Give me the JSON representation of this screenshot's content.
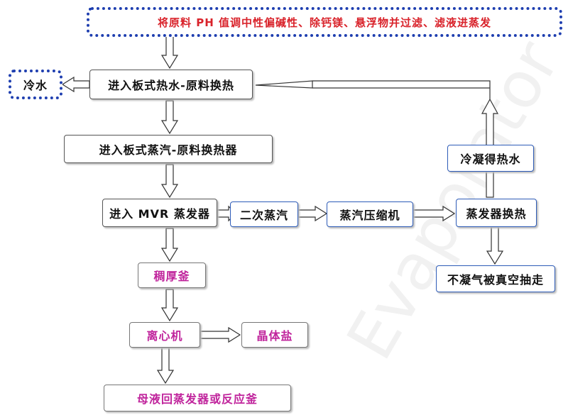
{
  "nodes": {
    "top_instruction": "将原料 PH 值调中性偏碱性、除钙镁、悬浮物并过滤、滤液进蒸发",
    "cold_water": "冷水",
    "plate_water_exchange": "进入板式热水-原料换热",
    "plate_steam_exchange": "进入板式蒸汽-原料换热器",
    "mvr_evaporator": "进入 MVR 蒸发器",
    "secondary_steam": "二次蒸汽",
    "steam_compressor": "蒸汽压缩机",
    "evaporator_heat_exchange": "蒸发器换热",
    "condensed_hot_water": "冷凝得热水",
    "noncondensable_gas": "不凝气被真空抽走",
    "thickener": "稠厚釜",
    "centrifuge": "离心机",
    "crystal_salt": "晶体盐",
    "mother_liquor": "母液回蒸发器或反应釜"
  },
  "watermark": "Evaporator",
  "colors": {
    "dotted_border": "#1f3fb0",
    "top_text": "#d9232b",
    "pink_text": "#c0249c",
    "blue_border": "#2e5cb8"
  }
}
